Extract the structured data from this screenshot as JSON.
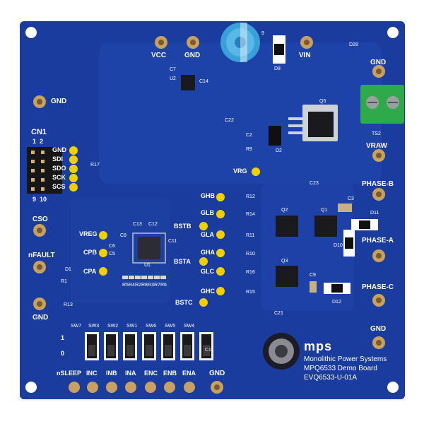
{
  "board": {
    "pcb_color": "#1a3c9e",
    "brand": "mps",
    "info_lines": [
      "Monolithic Power Systems",
      "MPQ6533 Demo Board",
      "EVQ6533-U-01A"
    ]
  },
  "terminals": {
    "vcc": "VCC",
    "gnd_top": "GND",
    "vin": "VIN",
    "gnd_tr": "GND",
    "gnd_left": "GND",
    "cso": "CSO",
    "nfault": "nFAULT",
    "gnd_left2": "GND",
    "vraw": "VRAW",
    "phase_b": "PHASE-B",
    "phase_a": "PHASE-A",
    "phase_c": "PHASE-C",
    "gnd_right": "GND",
    "gnd_bottom": "GND"
  },
  "header": {
    "name": "CN1",
    "pin_top": "1  2",
    "pin_bottom": "9  10",
    "signals": [
      "GND",
      "SDI",
      "SDO",
      "SCK",
      "SCS"
    ]
  },
  "testpoints": {
    "vreg": "VREG",
    "cpb": "CPB",
    "cpa": "CPA",
    "vrg": "VRG",
    "ghb": "GHB",
    "glb": "GLB",
    "bstb": "BSTB",
    "gla": "GLA",
    "gha": "GHA",
    "bsta": "BSTA",
    "glc": "GLC",
    "ghc": "GHC",
    "bstc": "BSTC"
  },
  "switches": {
    "names": [
      "SW7",
      "SW3",
      "SW2",
      "SW1",
      "SW6",
      "SW5",
      "SW4"
    ],
    "labels": [
      "nSLEEP",
      "INC",
      "INB",
      "INA",
      "ENC",
      "ENB",
      "ENA"
    ],
    "mark_1": "1",
    "mark_0": "0"
  },
  "designators": {
    "c7": "C7",
    "u2": "U2",
    "c14": "C14",
    "c22": "C22",
    "c2": "C2",
    "d2": "D2",
    "r9": "R9",
    "q5": "Q5",
    "ts2": "TS2",
    "d8": "D8",
    "d28": "D28",
    "r17": "R17",
    "r12": "R12",
    "r14": "R14",
    "r11": "R11",
    "r10": "R10",
    "r16": "R16",
    "r15": "R15",
    "c13": "C13",
    "c12": "C12",
    "c8": "C8",
    "c6": "C6",
    "c5": "C5",
    "u1": "U1",
    "c11": "C11",
    "r5": "R5",
    "r4": "R4",
    "r2": "R2",
    "r8": "R8",
    "r3": "R3",
    "r7": "R7",
    "r6": "R6",
    "r13": "R13",
    "r1": "R1",
    "d1": "D1",
    "c1": "C1",
    "c23": "C23",
    "c3": "C3",
    "d11": "D11",
    "d10": "D10",
    "q2": "Q2",
    "q1": "Q1",
    "q3": "Q3",
    "c9": "C9",
    "d12": "D12",
    "c21": "C21",
    "nine": "9"
  }
}
